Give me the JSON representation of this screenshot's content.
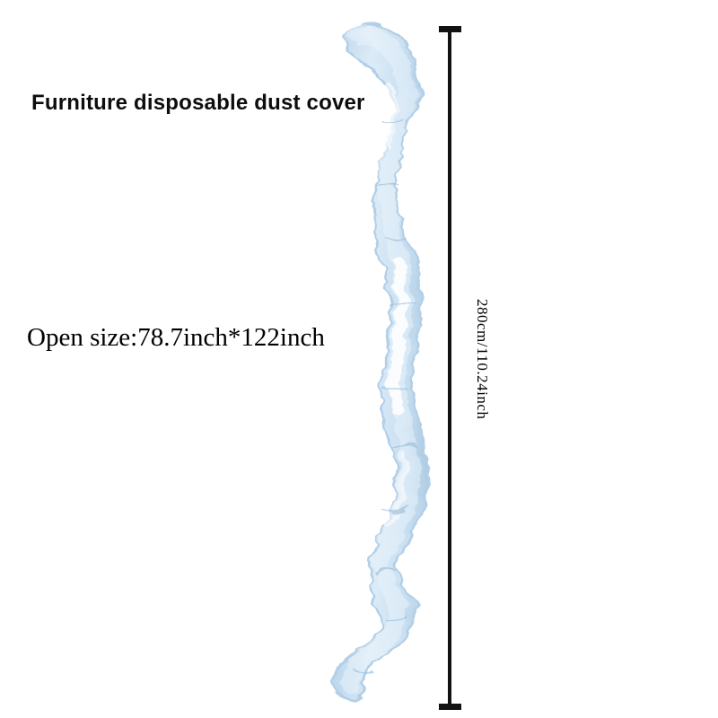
{
  "product": {
    "title": "Furniture disposable dust cover",
    "open_size": "Open size:78.7inch*122inch"
  },
  "measurement": {
    "length_label": "280cm/110.24inch"
  },
  "colors": {
    "background": "#ffffff",
    "text": "#000000",
    "cover_light": "#e2eef9",
    "cover_mid": "#c9dff1",
    "cover_deep": "#aecbe4",
    "cover_edge": "#b2cfe7",
    "measure_line": "#121212"
  }
}
